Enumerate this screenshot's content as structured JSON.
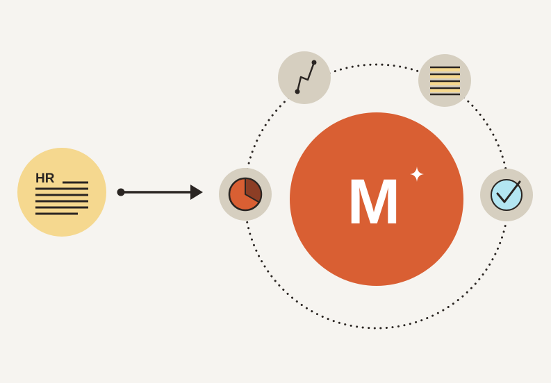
{
  "hr_document": {
    "label": "HR",
    "icon": "document-lines-icon"
  },
  "arrow": {
    "icon": "arrow-right-icon"
  },
  "center": {
    "label": "M",
    "icon": "sparkle-icon"
  },
  "satellites": [
    {
      "id": "pie-chart",
      "icon": "pie-chart-icon"
    },
    {
      "id": "line-graph",
      "icon": "line-graph-icon"
    },
    {
      "id": "list",
      "icon": "list-lines-icon"
    },
    {
      "id": "check",
      "icon": "checkmark-icon"
    }
  ],
  "colors": {
    "background": "#f6f4f0",
    "hr_fill": "#f5d88f",
    "center_fill": "#d95f33",
    "satellite_fill": "#d6cfc0",
    "ink": "#2a2522",
    "pie_main": "#d95f33",
    "pie_slice": "#8c3e25",
    "list_highlight": "#f5d88f",
    "check_fill": "#b3e6f2"
  }
}
